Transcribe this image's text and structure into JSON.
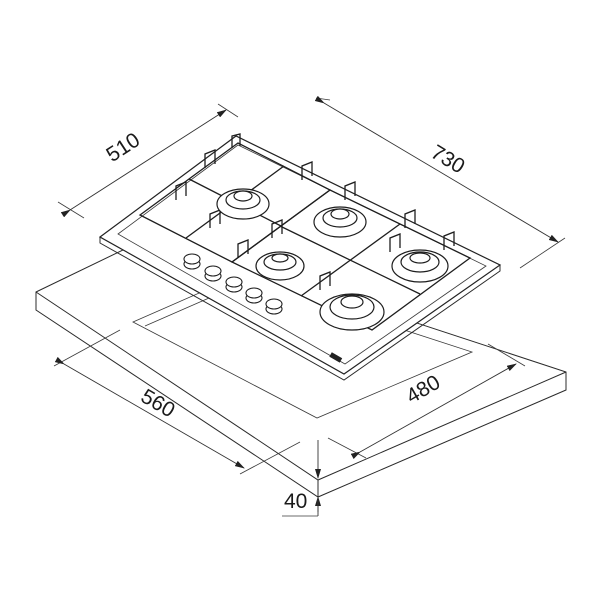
{
  "diagram": {
    "subject": "built-in gas hob with 5 burners and 5 control knobs, installation cut-out drawing",
    "dimensions": {
      "hob_depth": "510",
      "hob_width": "730",
      "cutout_width": "560",
      "cutout_depth": "480",
      "worktop_min_thickness": "40"
    },
    "burners": 5,
    "knobs": 5,
    "colors": {
      "line": "#222222",
      "background": "#ffffff"
    }
  }
}
